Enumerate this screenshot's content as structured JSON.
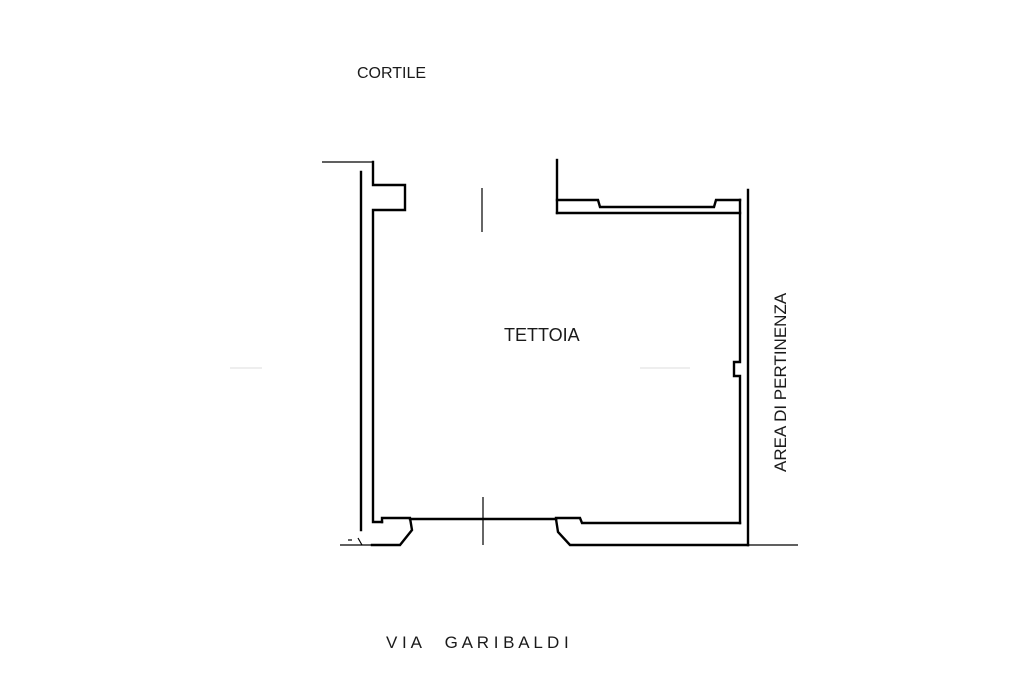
{
  "labels": {
    "courtyard": "CORTILE",
    "canopy": "TETTOIA",
    "appurtenance_area": "AREA DI PERTINENZA",
    "street": "V I A     G A R I B A L D I"
  },
  "colors": {
    "lines": "#000000",
    "text": "#1a1a1a",
    "background": "#ffffff"
  }
}
